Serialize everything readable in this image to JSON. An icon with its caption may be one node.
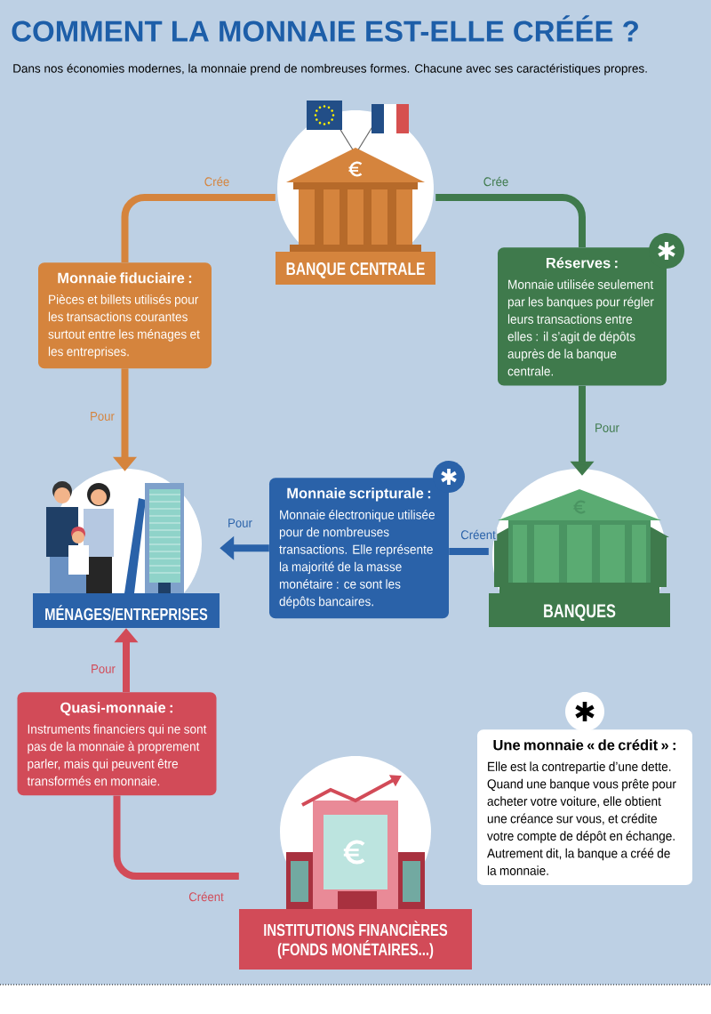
{
  "diagram": {
    "title": "COMMENT LA MONNAIE EST-ELLE CRÉÉE ?",
    "nodes": [
      {
        "text": [
          "BANQUE CENTRALE"
        ]
      },
      {
        "text": [
          "Monnaie fiduciaire :",
          "Pièces et billets utilisés pour les transactions courantes surtout entre les ménages et les entreprises."
        ]
      },
      {
        "text": [
          "Réserves :",
          "Monnaie utilisée seulement par les banques pour régler leurs transactions entre elles : il s’agit de dépôts auprès de la banque centrale."
        ]
      },
      {
        "text": [
          "MÉNAGES/ENTREPRISES"
        ]
      },
      {
        "text": [
          "Monnaie scripturale :",
          "Monnaie électronique utilisée pour de nombreuses transactions. Elle représente la majorité de la masse monétaire : ce sont les dépôts bancaires."
        ]
      },
      {
        "text": [
          "BANQUES"
        ]
      },
      {
        "text": [
          "Quasi-monnaie :",
          "Instruments financiers qui ne sont pas de la monnaie à proprement parler, mais qui peuvent être transformés en monnaie."
        ]
      },
      {
        "text": [
          "INSTITUTIONS FINANCIÈRES (FONDS MONÉTAIRES...)"
        ]
      },
      {
        "text": [
          "Une monnaie « de crédit » :",
          "Elle est la contrepartie d’une dette. Quand une banque vous prête pour acheter votre voiture, elle obtient une créance sur vous, et crédite votre compte de dépôt en échange. Autrement dit, la banque a créé de la monnaie."
        ]
      }
    ],
    "edges": [
      {
        "from": 0,
        "to": 1,
        "arrow": "none",
        "label": "Crée",
        "color": "#d5843d"
      },
      {
        "from": 1,
        "to": 3,
        "arrow": "to",
        "label": "Pour",
        "color": "#d5843d"
      },
      {
        "from": 0,
        "to": 2,
        "arrow": "none",
        "label": "Crée",
        "color": "#3f7a4c"
      },
      {
        "from": 2,
        "to": 5,
        "arrow": "to",
        "label": "Pour",
        "color": "#3f7a4c"
      },
      {
        "from": 5,
        "to": 4,
        "arrow": "none",
        "label": "Créent",
        "color": "#2a62a9"
      },
      {
        "from": 4,
        "to": 3,
        "arrow": "to",
        "label": "Pour",
        "color": "#2a62a9"
      },
      {
        "from": 7,
        "to": 6,
        "arrow": "none",
        "label": "Créent",
        "color": "#d24b58"
      },
      {
        "from": 6,
        "to": 3,
        "arrow": "to",
        "label": "Pour",
        "color": "#d24b58"
      }
    ],
    "labels": [
      "Dans nos économies modernes, la monnaie prend de nombreuses formes. Chacune avec ses caractéristiques propres."
    ]
  }
}
